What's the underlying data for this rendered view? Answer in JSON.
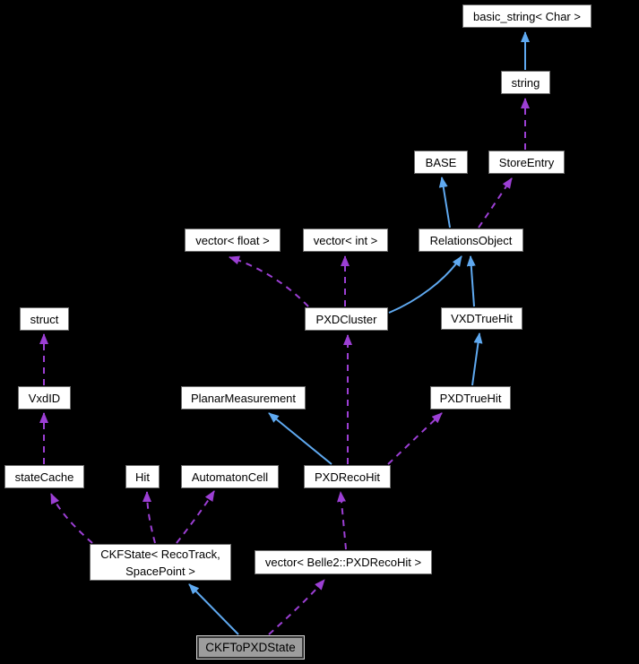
{
  "diagram_type": "class-collaboration-graph",
  "colors": {
    "background": "#000000",
    "node_fill": "#ffffff",
    "node_border": "#6e6e6e",
    "node_text": "#000000",
    "highlight_node_fill": "#9d9d9d",
    "highlight_node_border": "#d4d4d4",
    "inheritance_edge": "#5fa9f0",
    "usage_edge": "#9c3fd4"
  },
  "nodes": [
    {
      "id": "basic_string",
      "label": "basic_string< Char >"
    },
    {
      "id": "string",
      "label": "string"
    },
    {
      "id": "base",
      "label": "BASE"
    },
    {
      "id": "store_entry",
      "label": "StoreEntry"
    },
    {
      "id": "vector_float",
      "label": "vector< float >"
    },
    {
      "id": "vector_int",
      "label": "vector< int >"
    },
    {
      "id": "relations_object",
      "label": "RelationsObject"
    },
    {
      "id": "struct",
      "label": "struct"
    },
    {
      "id": "pxd_cluster",
      "label": "PXDCluster"
    },
    {
      "id": "vxd_true_hit",
      "label": "VXDTrueHit"
    },
    {
      "id": "vxd_id",
      "label": "VxdID"
    },
    {
      "id": "planar_measurement",
      "label": "PlanarMeasurement"
    },
    {
      "id": "pxd_true_hit",
      "label": "PXDTrueHit"
    },
    {
      "id": "state_cache",
      "label": "stateCache"
    },
    {
      "id": "hit",
      "label": "Hit"
    },
    {
      "id": "automaton_cell",
      "label": "AutomatonCell"
    },
    {
      "id": "pxd_reco_hit",
      "label": "PXDRecoHit"
    },
    {
      "id": "ckf_state",
      "label": "CKFState< RecoTrack, SpacePoint >"
    },
    {
      "id": "vector_pxd_reco_hit",
      "label": "vector< Belle2::PXDRecoHit >"
    },
    {
      "id": "ckf_to_pxd_state",
      "label": "CKFToPXDState",
      "highlighted": true
    }
  ],
  "edges": [
    {
      "from": "string",
      "to": "basic_string",
      "type": "inheritance"
    },
    {
      "from": "relations_object",
      "to": "base",
      "type": "inheritance"
    },
    {
      "from": "pxd_cluster",
      "to": "relations_object",
      "type": "inheritance"
    },
    {
      "from": "vxd_true_hit",
      "to": "relations_object",
      "type": "inheritance"
    },
    {
      "from": "pxd_true_hit",
      "to": "vxd_true_hit",
      "type": "inheritance"
    },
    {
      "from": "pxd_reco_hit",
      "to": "planar_measurement",
      "type": "inheritance"
    },
    {
      "from": "ckf_to_pxd_state",
      "to": "ckf_state",
      "type": "inheritance"
    },
    {
      "from": "store_entry",
      "to": "string",
      "type": "usage"
    },
    {
      "from": "relations_object",
      "to": "store_entry",
      "type": "usage"
    },
    {
      "from": "pxd_cluster",
      "to": "vector_float",
      "type": "usage"
    },
    {
      "from": "pxd_cluster",
      "to": "vector_int",
      "type": "usage"
    },
    {
      "from": "pxd_reco_hit",
      "to": "pxd_cluster",
      "type": "usage"
    },
    {
      "from": "pxd_reco_hit",
      "to": "pxd_true_hit",
      "type": "usage"
    },
    {
      "from": "vxd_id",
      "to": "struct",
      "type": "usage"
    },
    {
      "from": "state_cache",
      "to": "vxd_id",
      "type": "usage"
    },
    {
      "from": "ckf_state",
      "to": "state_cache",
      "type": "usage"
    },
    {
      "from": "ckf_state",
      "to": "hit",
      "type": "usage"
    },
    {
      "from": "ckf_state",
      "to": "automaton_cell",
      "type": "usage"
    },
    {
      "from": "ckf_to_pxd_state",
      "to": "vector_pxd_reco_hit",
      "type": "usage"
    },
    {
      "from": "vector_pxd_reco_hit",
      "to": "pxd_reco_hit",
      "type": "usage"
    }
  ]
}
